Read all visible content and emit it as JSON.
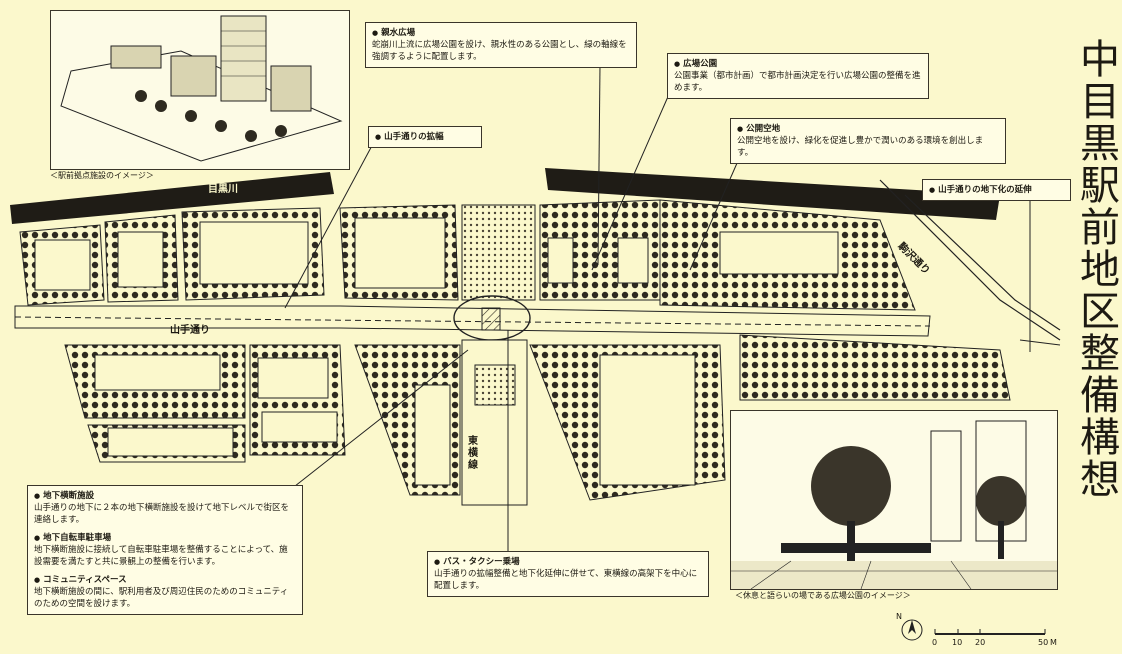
{
  "title": "中目黒駅前地区整備構想",
  "captions": {
    "top_inset": "＜駅前拠点施設のイメージ＞",
    "bottom_inset": "＜休息と語らいの場である広場公園のイメージ＞"
  },
  "labels": {
    "river": "目黒川",
    "yamate": "山手通り",
    "komazawa": "駒沢通り",
    "toyoko_1": "東",
    "toyoko_2": "横",
    "toyoko_3": "線"
  },
  "notes": {
    "shinsui": {
      "head": "親水広場",
      "body": "蛇崩川上流に広場公園を設け、親水性のある公園とし、緑の軸線を強調するように配置します。"
    },
    "hiroba": {
      "head": "広場公園",
      "body": "公園事業（都市計画）で都市計画決定を行い広場公園の整備を進めます。"
    },
    "koukai": {
      "head": "公開空地",
      "body": "公開空地を設け、緑化を促進し豊かで潤いのある環境を創出します。"
    },
    "kakufuku": {
      "head": "山手通りの拡幅"
    },
    "chikaka": {
      "head": "山手通りの地下化の延伸"
    },
    "bus": {
      "head": "バス・タクシー乗場",
      "body": "山手通りの拡幅整備と地下化延伸に併せて、東横線の高架下を中心に配置します。"
    },
    "underground": {
      "s1_head": "地下横断施設",
      "s1_body": "山手通りの地下に２本の地下横断施設を設けて地下レベルで街区を連絡します。",
      "s2_head": "地下自転車駐車場",
      "s2_body": "地下横断施設に接続して自転車駐車場を整備することによって、施設需要を満たすと共に景観上の整備を行います。",
      "s3_head": "コミュニティスペース",
      "s3_body": "地下横断施設の間に、駅利用者及び周辺住民のためのコミュニティのための空間を設けます。"
    }
  },
  "scale": {
    "ticks": [
      "0",
      "10",
      "20",
      "50"
    ],
    "unit": "M",
    "north": "N"
  }
}
